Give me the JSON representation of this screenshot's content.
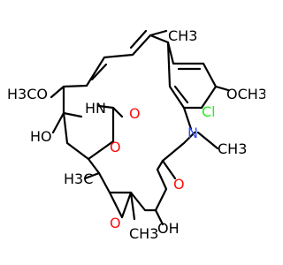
{
  "labels": {
    "methyl_top": "CH3",
    "methoxy_left": "H3CO",
    "methoxy_right": "OCH3",
    "nh": "HN",
    "ho_left": "HO",
    "carbamate_o_ring": "O",
    "carbamate_o_carbonyl": "O",
    "amide_n": "N",
    "amide_n_methyl": "CH3",
    "chloro": "Cl",
    "amide_o_carbonyl": "O",
    "methyl_lower_left": "H3C",
    "epoxide_o": "O",
    "epoxide_methyl": "CH3",
    "ho_lower_right": "OH"
  },
  "colors": {
    "carbon": "#000000",
    "oxygen": "#ff0d0d",
    "nitrogen": "#3050f8",
    "chlorine": "#1ff01f"
  }
}
